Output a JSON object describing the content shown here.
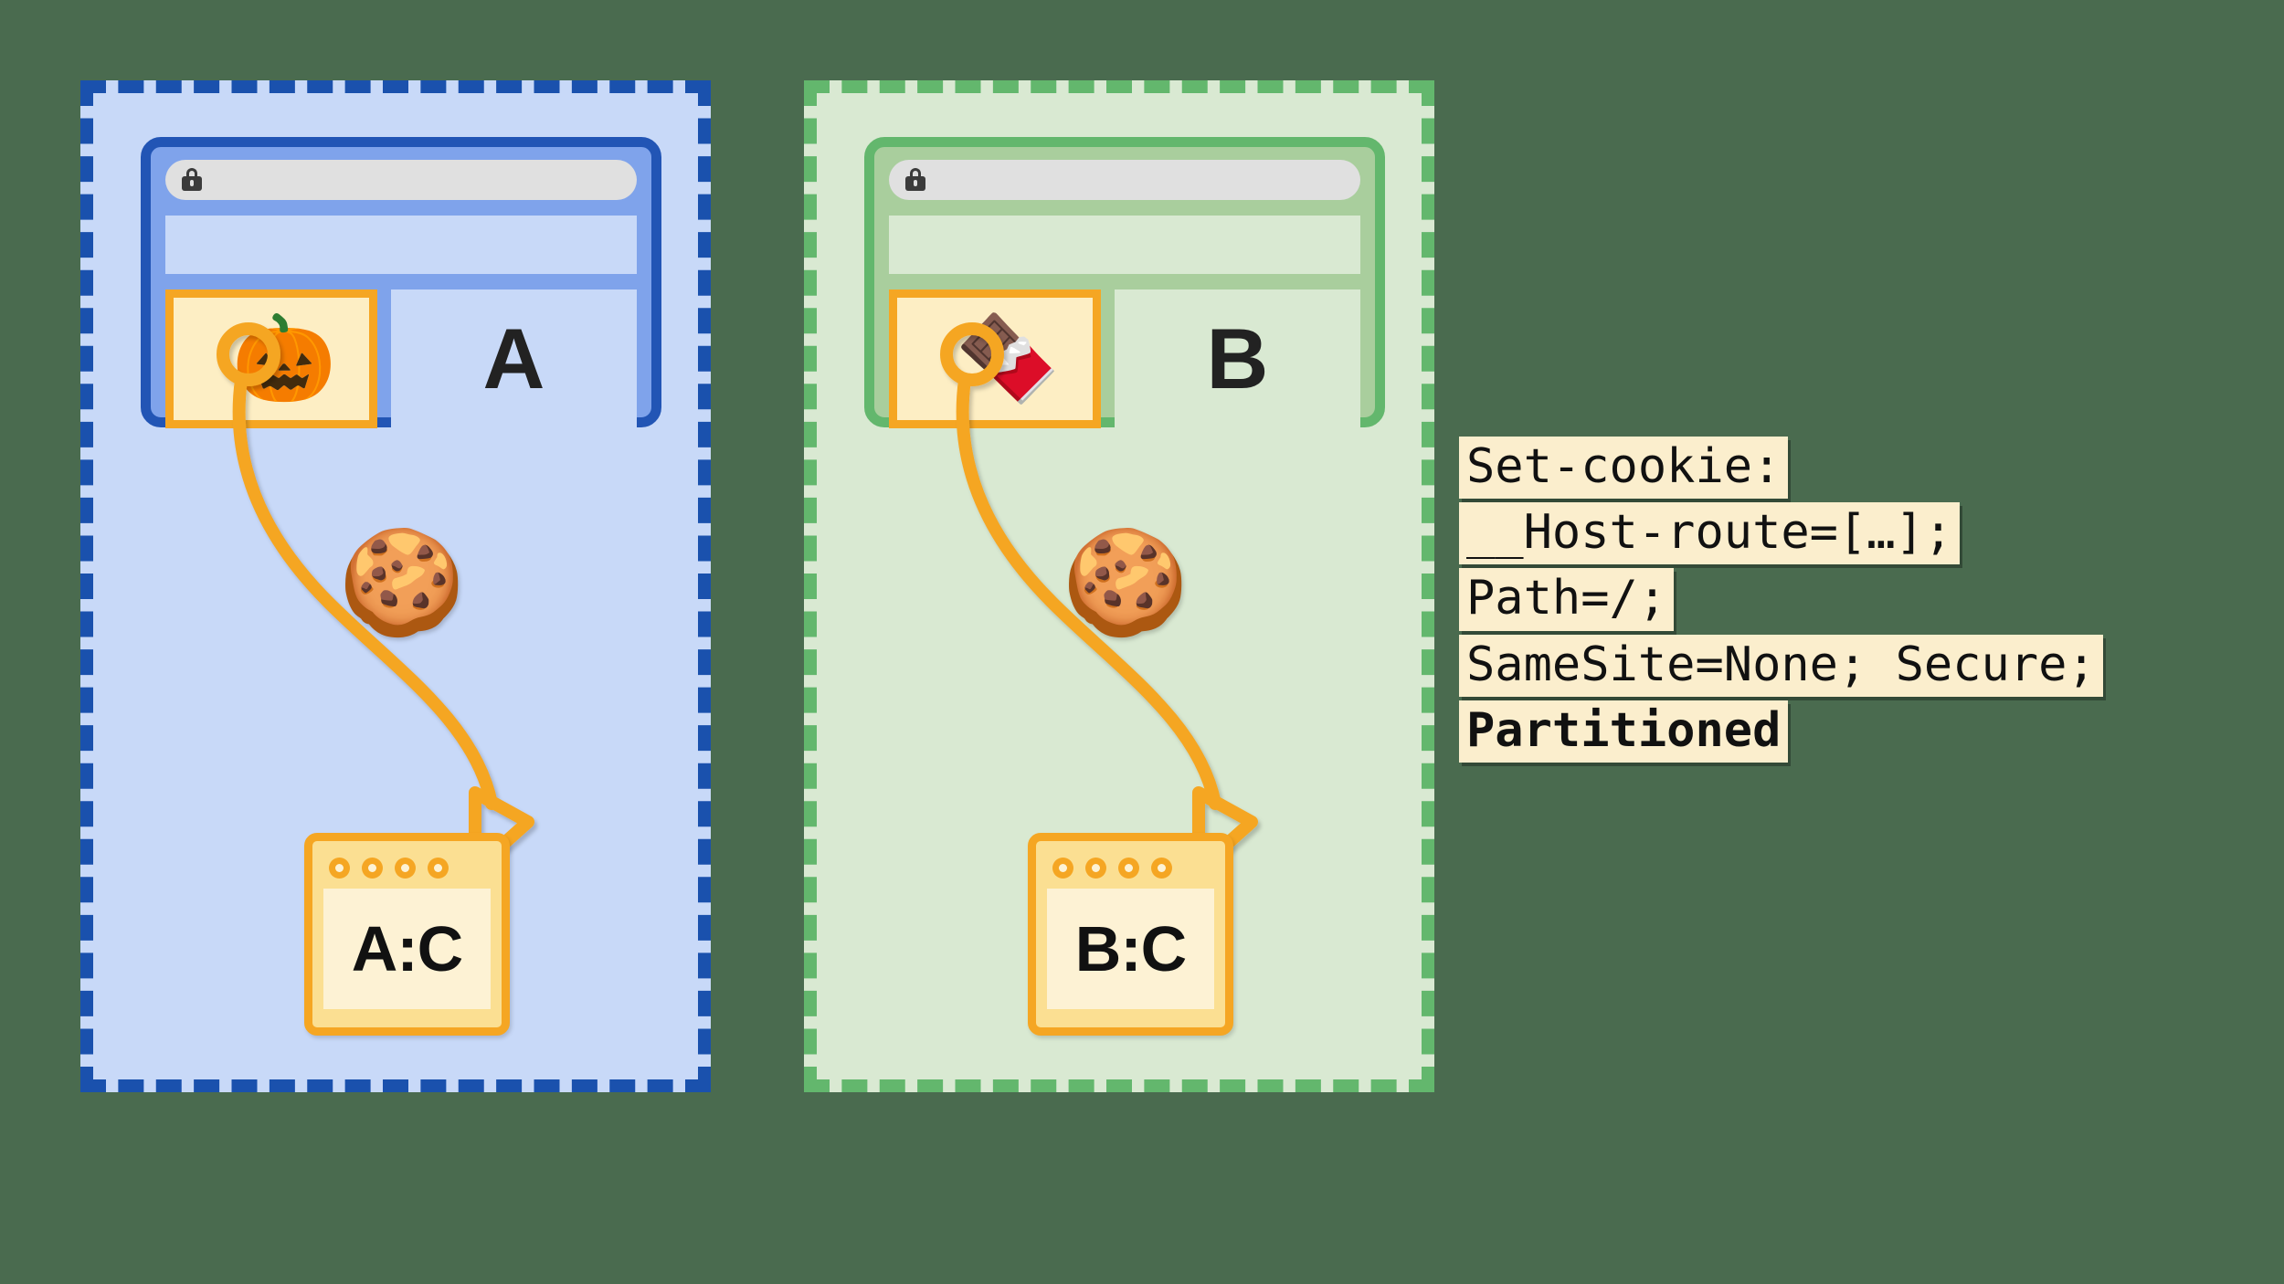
{
  "diagram": {
    "title": "Partitioned cookie (CHIPS) per top-level site",
    "background_color": "#4a6b4f"
  },
  "panels": [
    {
      "id": "a",
      "name": "site-a-partition",
      "border_color": "#1a51ad",
      "fill_color": "#c8d9f8",
      "browser": {
        "border_color": "#2255b5",
        "body_color": "#7fa3eb",
        "url_value": "",
        "url_placeholder": "",
        "lock_icon": "lock-icon",
        "embed_icon": "jack-o-lantern-icon",
        "embed_emoji": "🎃",
        "site_letter": "A"
      },
      "cookie_icon": "cookie-icon",
      "cookie_emoji": "🍪",
      "storage": {
        "label": "A:C",
        "dot_count": 4,
        "border_color": "#f5a623",
        "header_color": "#fbdf92",
        "screen_color": "#fdf2d4"
      }
    },
    {
      "id": "b",
      "name": "site-b-partition",
      "border_color": "#63b76d",
      "fill_color": "#d9e9d2",
      "browser": {
        "border_color": "#63b76d",
        "body_color": "#a9ce9d",
        "url_value": "",
        "url_placeholder": "",
        "lock_icon": "lock-icon",
        "embed_icon": "chocolate-bar-icon",
        "embed_emoji": "🍫",
        "site_letter": "B"
      },
      "cookie_icon": "cookie-icon",
      "cookie_emoji": "🍪",
      "storage": {
        "label": "B:C",
        "dot_count": 4,
        "border_color": "#f5a623",
        "header_color": "#fbdf92",
        "screen_color": "#fdf2d4"
      }
    }
  ],
  "code": {
    "background_color": "#fbeecd",
    "text_color": "#111111",
    "lines": [
      {
        "text": "Set-cookie:",
        "bold": false
      },
      {
        "text": "__Host-route=[…];",
        "bold": false
      },
      {
        "text": "Path=/;",
        "bold": false
      },
      {
        "text": "SameSite=None; Secure;",
        "bold": false
      },
      {
        "text": "Partitioned",
        "bold": true
      }
    ]
  },
  "arrows": {
    "stroke_color": "#f5a623",
    "description": "lasso-loop curve from embedded frame through cookie to partitioned storage box"
  }
}
